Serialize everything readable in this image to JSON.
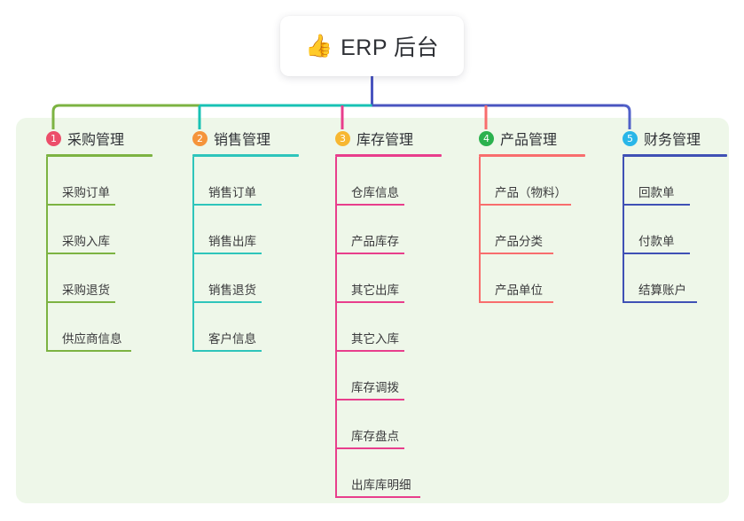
{
  "root": {
    "icon": "thumbs-up-emoji",
    "emoji": "👍",
    "label": "ERP 后台"
  },
  "theme": {
    "panel_bg": "#eef7e9",
    "page_bg": "#ffffff",
    "title_text": "#2f3136",
    "leaf_text": "#3a3a3c",
    "center_connector": "#4a55c0"
  },
  "columns": [
    {
      "index": "1",
      "title": "采购管理",
      "badge_color": "#ec4e6a",
      "line_color": "#7cb342",
      "connector_color": "#7cb342",
      "rule_width": 120,
      "items": [
        {
          "label": "采购订单",
          "rule_width": 78
        },
        {
          "label": "采购入库",
          "rule_width": 78
        },
        {
          "label": "采购退货",
          "rule_width": 78
        },
        {
          "label": "供应商信息",
          "rule_width": 96
        }
      ]
    },
    {
      "index": "2",
      "title": "销售管理",
      "badge_color": "#f5943b",
      "line_color": "#2ec5bb",
      "connector_color": "#18c2b4",
      "rule_width": 120,
      "items": [
        {
          "label": "销售订单",
          "rule_width": 78
        },
        {
          "label": "销售出库",
          "rule_width": 78
        },
        {
          "label": "销售退货",
          "rule_width": 78
        },
        {
          "label": "客户信息",
          "rule_width": 78
        }
      ]
    },
    {
      "index": "3",
      "title": "库存管理",
      "badge_color": "#f7b731",
      "line_color": "#e83e8c",
      "connector_color": "#e83e8c",
      "rule_width": 120,
      "items": [
        {
          "label": "仓库信息",
          "rule_width": 78
        },
        {
          "label": "产品库存",
          "rule_width": 78
        },
        {
          "label": "其它出库",
          "rule_width": 78
        },
        {
          "label": "其它入库",
          "rule_width": 78
        },
        {
          "label": "库存调拨",
          "rule_width": 78
        },
        {
          "label": "库存盘点",
          "rule_width": 78
        },
        {
          "label": "出库库明细",
          "rule_width": 96
        }
      ]
    },
    {
      "index": "4",
      "title": "产品管理",
      "badge_color": "#2bb14e",
      "line_color": "#f86d6d",
      "connector_color": "#f86d6d",
      "rule_width": 120,
      "items": [
        {
          "label": "产品（物料）",
          "rule_width": 104
        },
        {
          "label": "产品分类",
          "rule_width": 84
        },
        {
          "label": "产品单位",
          "rule_width": 84
        }
      ]
    },
    {
      "index": "5",
      "title": "财务管理",
      "badge_color": "#29b6e8",
      "line_color": "#3f51b5",
      "connector_color": "#5161c9",
      "rule_width": 118,
      "items": [
        {
          "label": "回款单",
          "rule_width": 76
        },
        {
          "label": "付款单",
          "rule_width": 76
        },
        {
          "label": "结算账户",
          "rule_width": 84
        }
      ]
    }
  ]
}
